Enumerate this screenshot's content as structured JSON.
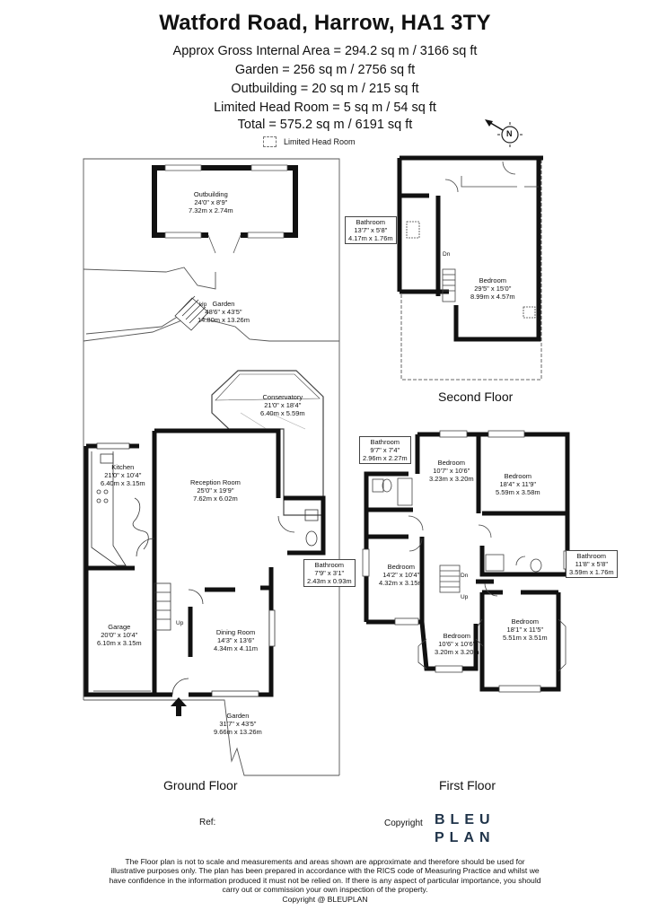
{
  "header": {
    "title": "Watford Road, Harrow, HA1 3TY",
    "areas": [
      "Approx Gross Internal Area = 294.2 sq m / 3166 sq ft",
      "Garden = 256 sq m / 2756 sq ft",
      "Outbuilding = 20 sq m / 215 sq ft",
      "Limited Head Room = 5 sq m / 54 sq ft",
      "Total = 575.2 sq m / 6191 sq ft"
    ],
    "legend_label": "Limited Head Room",
    "compass_letter": "N"
  },
  "ground_floor": {
    "name": "Ground Floor",
    "outbuilding": {
      "name": "Outbuilding",
      "imperial": "24'0\" x 8'9\"",
      "metric": "7.32m x 2.74m"
    },
    "rear_garden": {
      "name": "Garden",
      "imperial": "48'6\" x 43'5\"",
      "metric": "14.80m x 13.26m"
    },
    "conservatory": {
      "name": "Conservatory",
      "imperial": "21'0\" x 18'4\"",
      "metric": "6.40m x 5.59m"
    },
    "kitchen": {
      "name": "Kitchen",
      "imperial": "21'0\" x 10'4\"",
      "metric": "6.40m x 3.15m"
    },
    "reception": {
      "name": "Reception Room",
      "imperial": "25'0\" x 19'9\"",
      "metric": "7.62m x 6.02m"
    },
    "bathroom": {
      "name": "Bathroom",
      "imperial": "7'9\" x 3'1\"",
      "metric": "2.43m x 0.93m"
    },
    "garage": {
      "name": "Garage",
      "imperial": "20'0\" x 10'4\"",
      "metric": "6.10m x 3.15m"
    },
    "dining": {
      "name": "Dining Room",
      "imperial": "14'3\" x 13'6\"",
      "metric": "4.34m x 4.11m"
    },
    "front_garden": {
      "name": "Garden",
      "imperial": "31'7\" x 43'5\"",
      "metric": "9.66m x 13.26m"
    },
    "up": "Up",
    "garden_up": "Up"
  },
  "first_floor": {
    "name": "First Floor",
    "bathroom_a": {
      "name": "Bathroom",
      "imperial": "9'7\" x 7'4\"",
      "metric": "2.96m x 2.27m"
    },
    "bedroom_a": {
      "name": "Bedroom",
      "imperial": "10'7\" x 10'6\"",
      "metric": "3.23m x 3.20m"
    },
    "bedroom_b": {
      "name": "Bedroom",
      "imperial": "18'4\" x 11'9\"",
      "metric": "5.59m x 3.58m"
    },
    "bathroom_b": {
      "name": "Bathroom",
      "imperial": "11'8\" x 5'8\"",
      "metric": "3.59m x 1.76m"
    },
    "bedroom_c": {
      "name": "Bedroom",
      "imperial": "14'2\" x 10'4\"",
      "metric": "4.32m x 3.15m"
    },
    "bedroom_d": {
      "name": "Bedroom",
      "imperial": "18'1\" x 11'5\"",
      "metric": "5.51m x 3.51m"
    },
    "bedroom_e": {
      "name": "Bedroom",
      "imperial": "10'6\" x 10'6\"",
      "metric": "3.20m x 3.20m"
    },
    "dn": "Dn",
    "up": "Up"
  },
  "second_floor": {
    "name": "Second Floor",
    "bathroom": {
      "name": "Bathroom",
      "imperial": "13'7\" x 5'8\"",
      "metric": "4.17m x 1.76m"
    },
    "bedroom": {
      "name": "Bedroom",
      "imperial": "29'5\" x 15'0\"",
      "metric": "8.99m x 4.57m"
    },
    "dn": "Dn"
  },
  "footer": {
    "ref_label": "Ref:",
    "copyright_label": "Copyright",
    "logo_top": "BLEU",
    "logo_bottom": "PLAN",
    "disclaimer": [
      "The Floor plan is not to scale and measurements and areas shown are approximate and therefore should be used for",
      "illustrative purposes only. The plan has been prepared in accordance with the RICS code of Measuring Practice and whilst we",
      "have confidence in the information produced it must not be relied on. If there is any aspect of particular importance, you should",
      "carry out or commission your own inspection of the property."
    ],
    "copyright_line": "Copyright @ BLEUPLAN"
  },
  "colors": {
    "wall": "#111111",
    "outline": "#555555",
    "logo": "#1f3349"
  }
}
